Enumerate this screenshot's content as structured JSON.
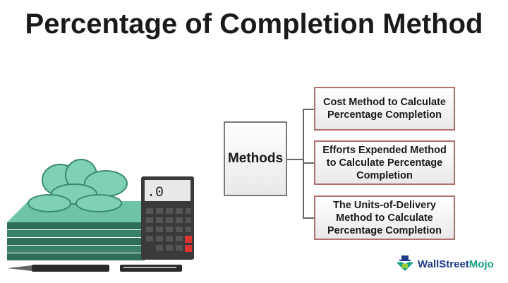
{
  "title": "Percentage of Completion Method",
  "diagram": {
    "root": {
      "label": "Methods"
    },
    "children": [
      {
        "label": "Cost Method to Calculate Percentage Completion"
      },
      {
        "label": "Efforts Expended Method to Calculate Percentage Completion"
      },
      {
        "label": "The Units-of-Delivery Method to Calculate Percentage Completion"
      }
    ]
  },
  "illustration": {
    "calculator_display": ".0",
    "icons": [
      "money-stack-icon",
      "coins-icon",
      "calculator-icon",
      "pen-icon"
    ]
  },
  "brand": {
    "name_part1": "WallStreet",
    "name_part2": "Mojo",
    "colors": {
      "primary": "#1f3a8a",
      "accent": "#16a085"
    }
  }
}
